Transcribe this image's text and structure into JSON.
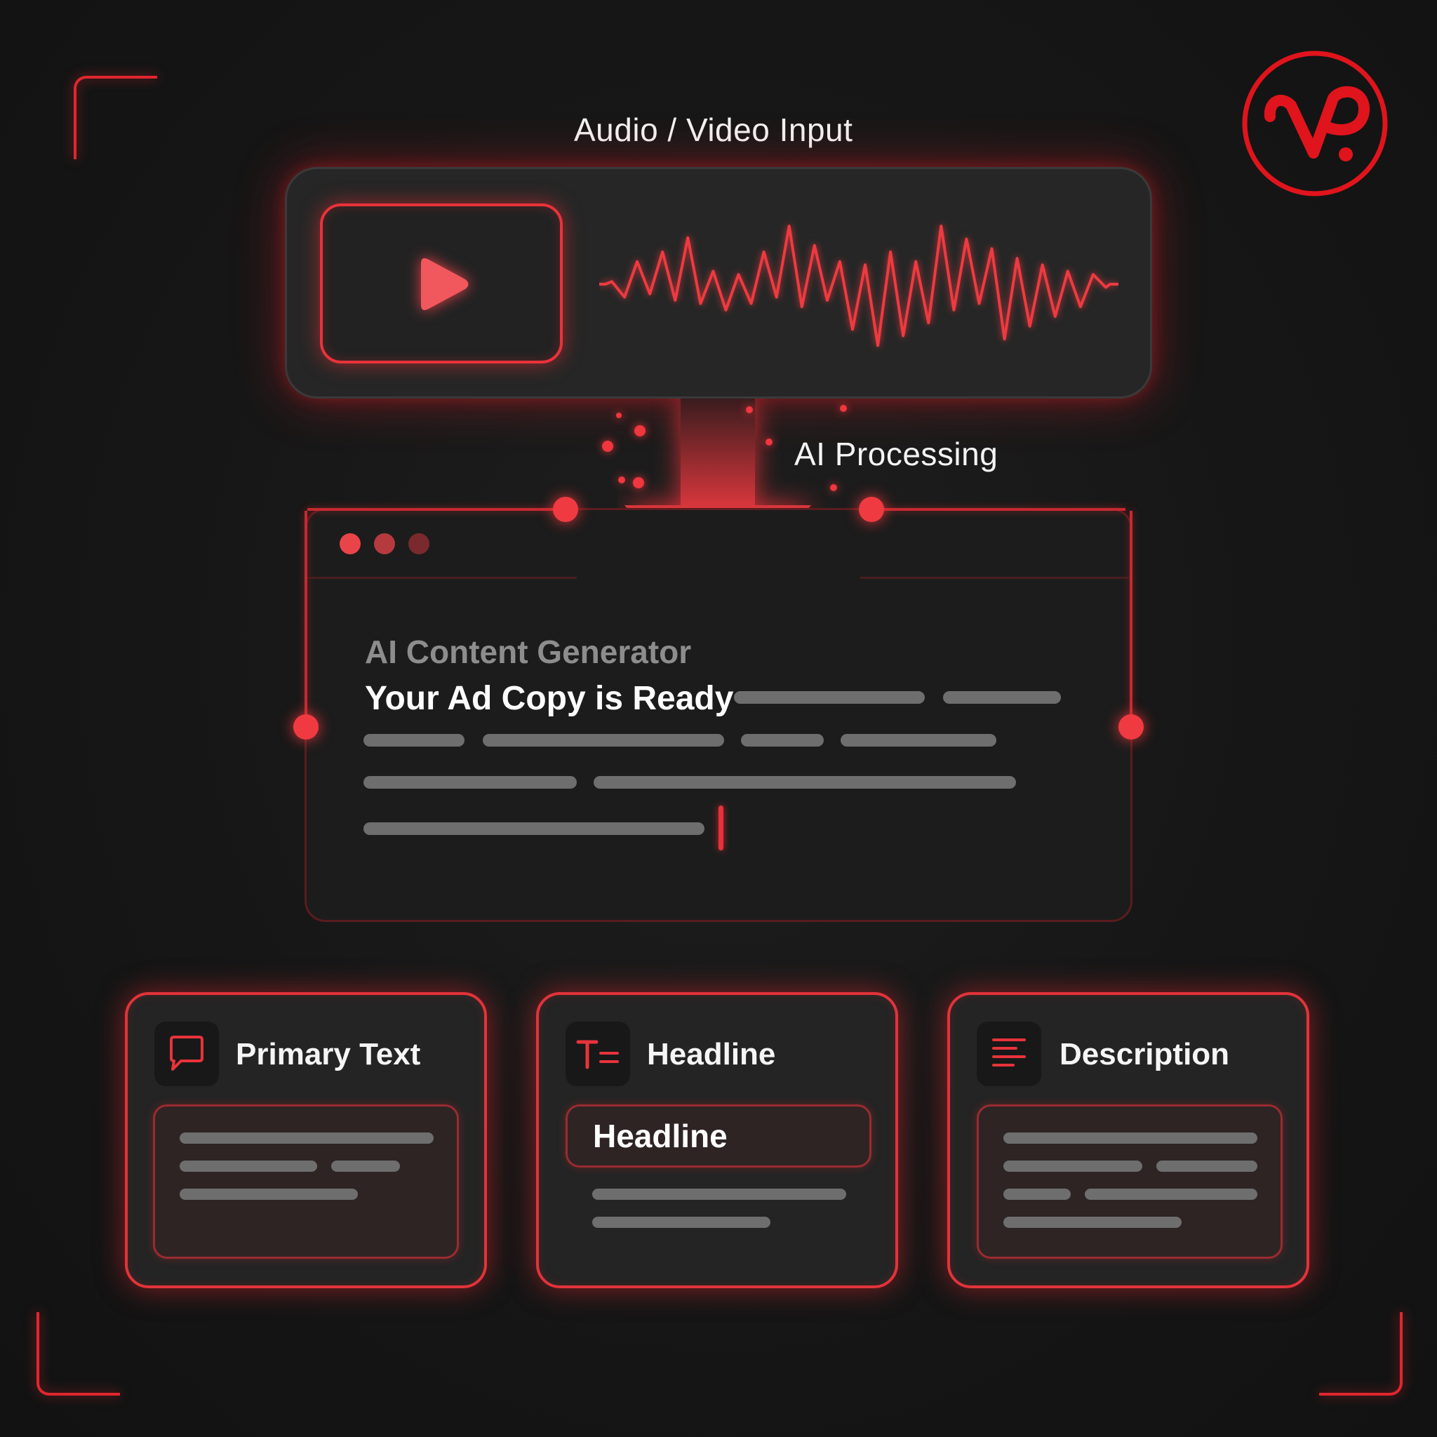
{
  "brand": {
    "logo_text": "VP",
    "accent_color": "#e8333a"
  },
  "input": {
    "label": "Audio / Video Input",
    "icons": [
      "play-icon",
      "waveform-icon"
    ]
  },
  "processing": {
    "label": "AI Processing",
    "icon": "down-arrow-icon"
  },
  "generator": {
    "app_name": "AI Content Generator",
    "status_title": "Your Ad Copy is Ready",
    "window_dot_colors": [
      "#e8444a",
      "#b53a3e",
      "#7a2a2d"
    ]
  },
  "outputs": [
    {
      "title": "Primary Text",
      "icon": "speech-bubble-icon"
    },
    {
      "title": "Headline",
      "icon": "text-format-icon",
      "field_label": "Headline"
    },
    {
      "title": "Description",
      "icon": "paragraph-lines-icon"
    }
  ]
}
